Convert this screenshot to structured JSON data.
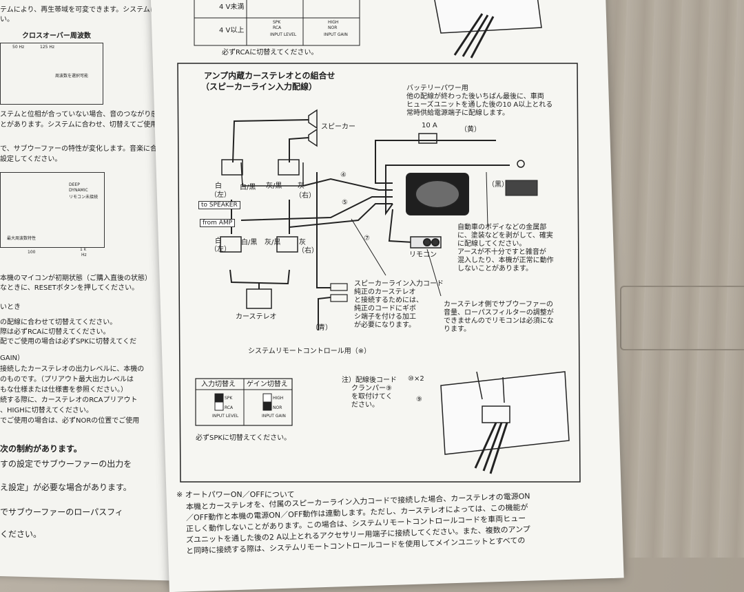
{
  "left_page": {
    "lines": [
      "テムにより、再生帯域を可変できます。システムに合わせて",
      "い。",
      "クロスオーバー周波数",
      "ステムと位相が合っていない場合、音のつながり感が損",
      "とがあります。システムに合わせ、切替えてご使用くだ",
      "で、サブウーファーの特性が変化します。音楽に合わ",
      "設定してください。",
      "本機のマイコンが初期状態（ご購入直後の状態）",
      "なときに、RESETボタンを押してください。",
      "いとき",
      "の配線に合わせて切替えてください。",
      "際は必ずRCAに切替えてください。",
      "配でご使用の場合は必ずSPKに切替えてくだ",
      "GAIN）",
      "接続したカーステレオの出力レベルに、本機の",
      "のものです。（プリアウト最大出力レベルは",
      "もな仕様または仕様書を参照ください。）",
      "続する際に、カーステレオのRCAプリアウト",
      "、HIGHに切替えてください。",
      "でご使用の場合は、必ずNORの位置でご使用",
      "次の制約があります。",
      "すの設定でサブウーファーの出力を",
      "え設定」が必要な場合があります。",
      "でサブウーファーのローパスフィ",
      "ください。"
    ],
    "graph1_labels": [
      "50 Hz",
      "125 Hz",
      "周波数を選択可能"
    ],
    "graph2_labels": [
      "DEEP",
      "DYNAMIC",
      "リモコン未接続",
      "最大周波数特性",
      "100",
      "1 k",
      "Hz"
    ]
  },
  "top_table": {
    "rows": [
      "4 V未満",
      "4 V以上"
    ],
    "cells": [
      "SPK",
      "RCA",
      "INPUT LEVEL",
      "HIGH",
      "NOR",
      "INPUT GAIN"
    ],
    "note": "必ずRCAに切替えてください。"
  },
  "section": {
    "title_line1": "アンプ内蔵カーステレオとの組合せ",
    "title_line2": "（スピーカーライン入力配線）"
  },
  "labels": {
    "speaker": "スピーカー",
    "white_left": "白",
    "left": "（左）",
    "white_black": "白/黒",
    "gray_black": "灰/黒",
    "gray_right": "灰",
    "right": "（右）",
    "to_speaker": "to SPEAKER",
    "from_amp": "from AMP",
    "car_stereo": "カーステレオ",
    "fuse": "10 A",
    "yellow": "（黄）",
    "black": "（黒）",
    "blue": "（青）",
    "remote": "リモコン",
    "system_remote": "システムリモートコントロール用（※）",
    "n4": "④",
    "n5": "⑤",
    "n7": "⑦"
  },
  "notes": {
    "battery": [
      "バッテリーパワー用",
      "他の配線が終わった後いちばん最後に、車両",
      "ヒューズユニットを通した後の10 A以上とれる",
      "常時供給電源端子に配線します。"
    ],
    "ground": [
      "自動車のボディなどの金属部",
      "に、塗装などを剥がして、確実",
      "に配線してください。",
      "アースが不十分ですと雑音が",
      "混入したり、本機が正常に動作",
      "しないことがあります。"
    ],
    "speaker_input": [
      "スピーカーライン入力コード",
      "純正のカーステレオ",
      "と接続するためには、",
      "純正のコードにギボ",
      "シ端子を付ける加工",
      "が必要になります。"
    ],
    "remote_required": [
      "カーステレオ側でサブウーファーの",
      "音量、ローパスフィルターの調整が",
      "できませんのでリモコンは必須にな",
      "ります。"
    ],
    "clamper": [
      "注）配線後コード",
      "クランパー⑨",
      "を取付けてく",
      "ださい。"
    ],
    "screw_count": "⑩×2",
    "n9": "⑨"
  },
  "switch_box": {
    "header_input": "入力切替え",
    "header_gain": "ゲイン切替え",
    "spk": "SPK",
    "rca": "RCA",
    "input_level": "INPUT LEVEL",
    "high": "HIGH",
    "nor": "NOR",
    "input_gain": "INPUT GAIN",
    "note": "必ずSPKに切替えてください。"
  },
  "bottom": {
    "heading": "※ オートパワーON／OFFについて",
    "lines": [
      "本機とカーステレオを、付属のスピーカーライン入力コードで接続した場合、カーステレオの電源ON",
      "／OFF動作と本機の電源ON／OFF動作は連動します。ただし、カーステレオによっては、この機能が",
      "正しく動作しないことがあります。この場合は、システムリモートコントロールコードを車両ヒュー",
      "ズユニットを通した後の2 A以上とれるアクセサリー用端子に接続してください。また、複数のアンプ",
      "と同時に接続する際は、システムリモートコントロールコードを使用してメインユニットとすべての"
    ]
  },
  "colors": {
    "paper": "#f6f6f2",
    "ink": "#1d1d1d",
    "floor": "#b0a89b"
  }
}
